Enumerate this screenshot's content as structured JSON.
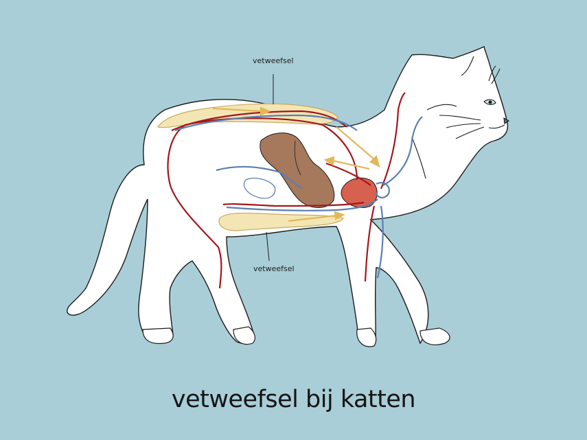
{
  "diagram": {
    "title": "vetweefsel bij katten",
    "labels": {
      "fat_top": "vetweefsel",
      "fat_bottom": "vetweefsel"
    },
    "colors": {
      "background": "#a9ced8",
      "cat_body": "#ffffff",
      "outline": "#1a1a1a",
      "artery": "#a3161c",
      "vein": "#5b7fb3",
      "fat_tissue": "#f3e6b4",
      "liver": "#a6785c",
      "heart": "#d7614e",
      "flow_arrow": "#e3b858"
    }
  }
}
